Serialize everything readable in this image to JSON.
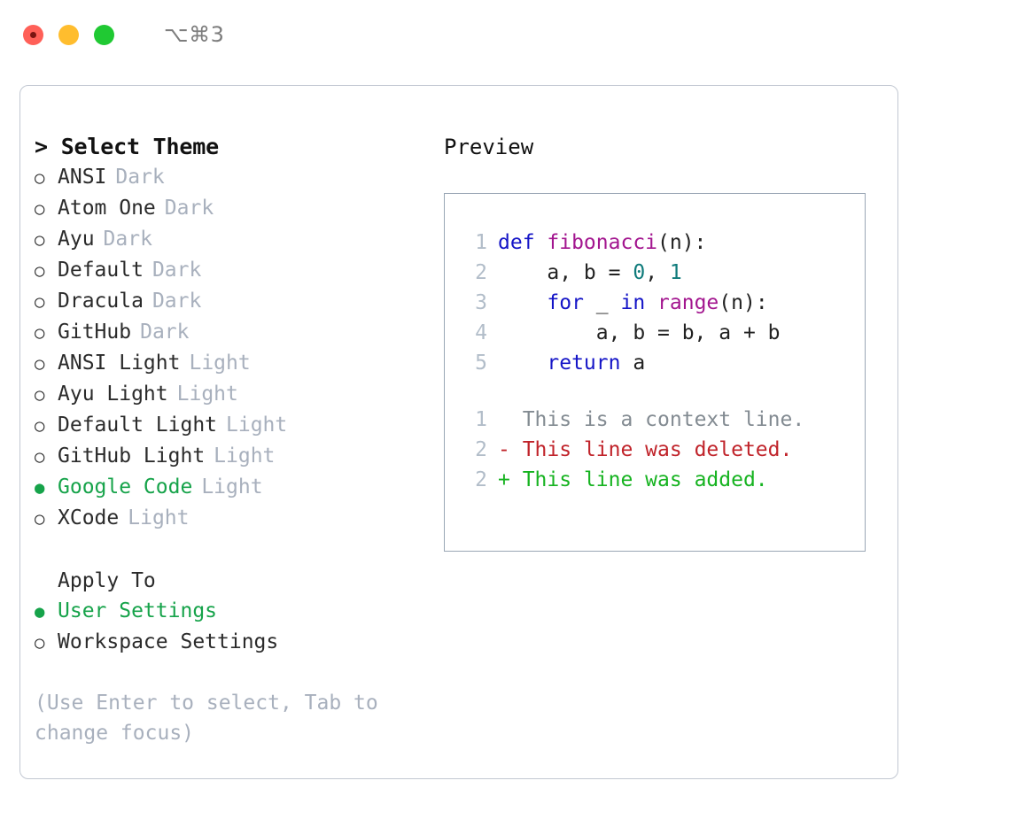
{
  "titlebar": {
    "shortcut": "⌥⌘3",
    "lights": [
      {
        "name": "close",
        "color": "#ff6058"
      },
      {
        "name": "minimize",
        "color": "#ffbd2e"
      },
      {
        "name": "maximize",
        "color": "#20c933"
      }
    ]
  },
  "theme_list": {
    "header": "> Select Theme",
    "selected_bullet": "●",
    "unselected_bullet": "○",
    "items": [
      {
        "bullet": "○",
        "label": "ANSI",
        "variant": "Dark",
        "selected": false
      },
      {
        "bullet": "○",
        "label": "Atom One",
        "variant": "Dark",
        "selected": false
      },
      {
        "bullet": "○",
        "label": "Ayu",
        "variant": "Dark",
        "selected": false
      },
      {
        "bullet": "○",
        "label": "Default",
        "variant": "Dark",
        "selected": false
      },
      {
        "bullet": "○",
        "label": "Dracula",
        "variant": "Dark",
        "selected": false
      },
      {
        "bullet": "○",
        "label": "GitHub",
        "variant": "Dark",
        "selected": false
      },
      {
        "bullet": "○",
        "label": "ANSI Light",
        "variant": "Light",
        "selected": false
      },
      {
        "bullet": "○",
        "label": "Ayu Light",
        "variant": "Light",
        "selected": false
      },
      {
        "bullet": "○",
        "label": "Default Light",
        "variant": "Light",
        "selected": false
      },
      {
        "bullet": "○",
        "label": "GitHub Light",
        "variant": "Light",
        "selected": false
      },
      {
        "bullet": "●",
        "label": "Google Code",
        "variant": "Light",
        "selected": true
      },
      {
        "bullet": "○",
        "label": "XCode",
        "variant": "Light",
        "selected": false
      }
    ]
  },
  "apply_to": {
    "title": "Apply To",
    "items": [
      {
        "bullet": "●",
        "label": "User Settings",
        "selected": true
      },
      {
        "bullet": "○",
        "label": "Workspace Settings",
        "selected": false
      }
    ]
  },
  "hint": "(Use Enter to select, Tab to change focus)",
  "preview": {
    "title": "Preview",
    "code_lines": [
      {
        "number": "1",
        "tokens": [
          {
            "text": "def ",
            "kind": "kw"
          },
          {
            "text": "fibonacci",
            "kind": "fn"
          },
          {
            "text": "(n):",
            "kind": "plain"
          }
        ]
      },
      {
        "number": "2",
        "tokens": [
          {
            "text": "    a, b = ",
            "kind": "plain"
          },
          {
            "text": "0",
            "kind": "num"
          },
          {
            "text": ", ",
            "kind": "plain"
          },
          {
            "text": "1",
            "kind": "num"
          }
        ]
      },
      {
        "number": "3",
        "tokens": [
          {
            "text": "    ",
            "kind": "plain"
          },
          {
            "text": "for",
            "kind": "kw"
          },
          {
            "text": " _ ",
            "kind": "plain"
          },
          {
            "text": "in",
            "kind": "kw"
          },
          {
            "text": " ",
            "kind": "plain"
          },
          {
            "text": "range",
            "kind": "fn"
          },
          {
            "text": "(n):",
            "kind": "plain"
          }
        ]
      },
      {
        "number": "4",
        "tokens": [
          {
            "text": "        a, b = b, a + b",
            "kind": "plain"
          }
        ]
      },
      {
        "number": "5",
        "tokens": [
          {
            "text": "    ",
            "kind": "plain"
          },
          {
            "text": "return",
            "kind": "kw"
          },
          {
            "text": " a",
            "kind": "plain"
          }
        ]
      }
    ],
    "diff_lines": [
      {
        "number": "1",
        "marker": " ",
        "text": " This is a context line.",
        "kind": "ctx"
      },
      {
        "number": "2",
        "marker": "-",
        "text": " This line was deleted.",
        "kind": "del"
      },
      {
        "number": "2",
        "marker": "+",
        "text": " This line was added.",
        "kind": "add"
      }
    ]
  },
  "colors": {
    "accent_green": "#16a34a",
    "variant_gray": "#a8b0bd",
    "panel_border": "#c2c8d2",
    "preview_border": "#9aa7b5",
    "keyword_blue": "#1515c7",
    "function_magenta": "#a3168f",
    "number_teal": "#0f7b7b",
    "diff_add_green": "#16b320",
    "diff_del_red": "#c0232a",
    "diff_ctx_gray": "#838b92",
    "linenumber_gray": "#b2bdc9"
  }
}
